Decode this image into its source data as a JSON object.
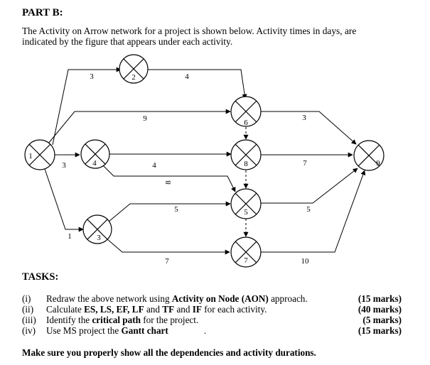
{
  "heading": "PART B:",
  "intro_line1": "The Activity on Arrow network for a project is shown below. Activity times in days, are",
  "intro_line2": "indicated by the figure that appears under each activity.",
  "network": {
    "nodes": [
      {
        "id": "1",
        "label": "1"
      },
      {
        "id": "2",
        "label": "2"
      },
      {
        "id": "3",
        "label": "3"
      },
      {
        "id": "4",
        "label": "4"
      },
      {
        "id": "5",
        "label": "5"
      },
      {
        "id": "6",
        "label": "6"
      },
      {
        "id": "7",
        "label": "7"
      },
      {
        "id": "8",
        "label": "8"
      },
      {
        "id": "9",
        "label": "9"
      }
    ],
    "activities": [
      {
        "from": "1",
        "to": "2",
        "duration": "3"
      },
      {
        "from": "2",
        "to": "6",
        "duration": "4"
      },
      {
        "from": "1",
        "to": "6",
        "duration": "9"
      },
      {
        "from": "1",
        "to": "4",
        "duration": "3"
      },
      {
        "from": "4",
        "to": "8",
        "duration": "4"
      },
      {
        "from": "4",
        "to": "5",
        "duration": "8"
      },
      {
        "from": "1",
        "to": "3",
        "duration": "1"
      },
      {
        "from": "3",
        "to": "5",
        "duration": "5"
      },
      {
        "from": "3",
        "to": "7",
        "duration": "7"
      },
      {
        "from": "6",
        "to": "9",
        "duration": "3"
      },
      {
        "from": "8",
        "to": "9",
        "duration": "7"
      },
      {
        "from": "5",
        "to": "9",
        "duration": "5"
      },
      {
        "from": "7",
        "to": "9",
        "duration": "10"
      }
    ],
    "dummies": [
      {
        "from": "6",
        "to": "8"
      },
      {
        "from": "8",
        "to": "5"
      },
      {
        "from": "5",
        "to": "7"
      }
    ]
  },
  "tasks": {
    "heading": "TASKS:",
    "items": [
      {
        "num": "(i)",
        "pre": "Redraw the above network using ",
        "bold": "Activity on Node (AON)",
        "post": " approach.",
        "marks": "(15 marks)"
      },
      {
        "num": "(ii)",
        "pre": "Calculate ",
        "bold": "ES, LS, EF, LF",
        "mid": " and ",
        "bold2": "TF",
        "mid2": " and ",
        "bold3": "IF",
        "post": " for each activity.",
        "marks": "(40 marks)"
      },
      {
        "num": "(iii)",
        "pre": "Identify the ",
        "bold": "critical path",
        "post": " for the project.",
        "marks": "(5 marks)"
      },
      {
        "num": "(iv)",
        "pre": "Use MS project the ",
        "bold": "Gantt chart",
        "post": "",
        "marks": "(15 marks)"
      }
    ],
    "stray_mark": "."
  },
  "footer": "Make sure you properly show all the dependencies and activity durations."
}
